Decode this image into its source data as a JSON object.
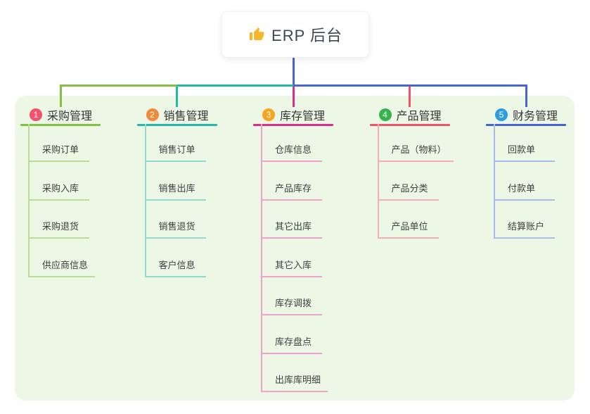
{
  "root": {
    "label": "ERP 后台",
    "icon": "thumbs-up-icon"
  },
  "colors": {
    "panel_background": "#ecf7e6",
    "root_connector": "#4565d3",
    "root_text": "#3d4453",
    "thumb_icon": "#f7b52c"
  },
  "branches": [
    {
      "index": "1",
      "label": "采购管理",
      "line_color": "#84c043",
      "light_line_color": "#b9dc96",
      "badge_color": "#f4516c",
      "children": [
        "采购订单",
        "采购入库",
        "采购退货",
        "供应商信息"
      ]
    },
    {
      "index": "2",
      "label": "销售管理",
      "line_color": "#27b6aa",
      "light_line_color": "#92d9d1",
      "badge_color": "#f28a3d",
      "children": [
        "销售订单",
        "销售出库",
        "销售退货",
        "客户信息"
      ]
    },
    {
      "index": "3",
      "label": "库存管理",
      "line_color": "#d92e8c",
      "light_line_color": "#f0a2cb",
      "badge_color": "#f6a51f",
      "children": [
        "仓库信息",
        "产品库存",
        "其它出库",
        "其它入库",
        "库存调拨",
        "库存盘点",
        "出库库明细"
      ]
    },
    {
      "index": "4",
      "label": "产品管理",
      "line_color": "#f2536a",
      "light_line_color": "#f8acb8",
      "badge_color": "#36b34f",
      "children": [
        "产品（物料）",
        "产品分类",
        "产品单位"
      ]
    },
    {
      "index": "5",
      "label": "财务管理",
      "line_color": "#4565d3",
      "light_line_color": "#a6bce9",
      "badge_color": "#2d9de0",
      "children": [
        "回款单",
        "付款单",
        "结算账户"
      ]
    }
  ]
}
